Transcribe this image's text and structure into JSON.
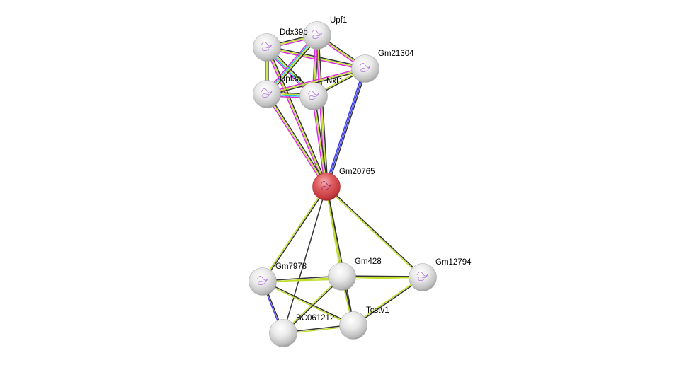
{
  "colors": {
    "black": "#333333",
    "yellow": "#c2dd2a",
    "magenta": "#d62ed6",
    "cyan": "#29bde0",
    "blue": "#3d3de8",
    "node": "#d9d9d9",
    "query_node": "#d8464a"
  },
  "nodes": [
    {
      "id": "Ddx39b",
      "label": "Ddx39b",
      "query": false,
      "icon": "protein-structure"
    },
    {
      "id": "Upf1",
      "label": "Upf1",
      "query": false,
      "icon": "protein-structure"
    },
    {
      "id": "Gm21304",
      "label": "Gm21304",
      "query": false,
      "icon": "protein-structure"
    },
    {
      "id": "Upf3a",
      "label": "Upf3a",
      "query": false,
      "icon": "protein-structure"
    },
    {
      "id": "Nxf1",
      "label": "Nxf1",
      "query": false,
      "icon": "protein-structure"
    },
    {
      "id": "Gm20765",
      "label": "Gm20765",
      "query": true,
      "icon": "protein-structure"
    },
    {
      "id": "Gm7978",
      "label": "Gm7978",
      "query": false,
      "icon": "protein-structure"
    },
    {
      "id": "Gm428",
      "label": "Gm428",
      "query": false,
      "icon": "none"
    },
    {
      "id": "Gm12794",
      "label": "Gm12794",
      "query": false,
      "icon": "protein-structure"
    },
    {
      "id": "BC061212",
      "label": "BC061212",
      "query": false,
      "icon": "none"
    },
    {
      "id": "Tcstv1",
      "label": "Tcstv1",
      "query": false,
      "icon": "none"
    }
  ],
  "edges": [
    {
      "a": "Ddx39b",
      "b": "Upf1",
      "types": [
        "black",
        "yellow",
        "magenta"
      ]
    },
    {
      "a": "Ddx39b",
      "b": "Gm21304",
      "types": [
        "black",
        "yellow",
        "magenta"
      ]
    },
    {
      "a": "Ddx39b",
      "b": "Upf3a",
      "types": [
        "black",
        "yellow",
        "magenta"
      ]
    },
    {
      "a": "Ddx39b",
      "b": "Nxf1",
      "types": [
        "black",
        "yellow",
        "cyan",
        "magenta"
      ]
    },
    {
      "a": "Ddx39b",
      "b": "Gm20765",
      "types": [
        "black",
        "yellow",
        "magenta"
      ]
    },
    {
      "a": "Upf1",
      "b": "Gm21304",
      "types": [
        "black",
        "yellow",
        "magenta"
      ]
    },
    {
      "a": "Upf1",
      "b": "Upf3a",
      "types": [
        "black",
        "yellow",
        "cyan",
        "magenta"
      ]
    },
    {
      "a": "Upf1",
      "b": "Nxf1",
      "types": [
        "black",
        "yellow",
        "magenta"
      ]
    },
    {
      "a": "Upf1",
      "b": "Gm20765",
      "types": [
        "black",
        "yellow",
        "magenta"
      ]
    },
    {
      "a": "Gm21304",
      "b": "Upf3a",
      "types": [
        "black",
        "yellow",
        "magenta"
      ]
    },
    {
      "a": "Gm21304",
      "b": "Nxf1",
      "types": [
        "black",
        "yellow"
      ]
    },
    {
      "a": "Gm21304",
      "b": "Gm20765",
      "types": [
        "black",
        "blue",
        "blue"
      ]
    },
    {
      "a": "Upf3a",
      "b": "Nxf1",
      "types": [
        "black",
        "yellow",
        "cyan",
        "magenta"
      ]
    },
    {
      "a": "Upf3a",
      "b": "Gm20765",
      "types": [
        "black",
        "yellow",
        "magenta"
      ]
    },
    {
      "a": "Nxf1",
      "b": "Gm20765",
      "types": [
        "black",
        "yellow",
        "magenta"
      ]
    },
    {
      "a": "Gm20765",
      "b": "Gm7978",
      "types": [
        "black",
        "yellow"
      ]
    },
    {
      "a": "Gm20765",
      "b": "Gm428",
      "types": [
        "black",
        "yellow"
      ]
    },
    {
      "a": "Gm20765",
      "b": "Gm12794",
      "types": [
        "black",
        "yellow"
      ]
    },
    {
      "a": "Gm20765",
      "b": "BC061212",
      "types": [
        "black"
      ]
    },
    {
      "a": "Gm20765",
      "b": "Tcstv1",
      "types": [
        "black",
        "yellow"
      ]
    },
    {
      "a": "Gm7978",
      "b": "Gm428",
      "types": [
        "black",
        "yellow"
      ]
    },
    {
      "a": "Gm7978",
      "b": "Tcstv1",
      "types": [
        "black",
        "yellow"
      ]
    },
    {
      "a": "Gm7978",
      "b": "BC061212",
      "types": [
        "black",
        "blue"
      ]
    },
    {
      "a": "Gm7978",
      "b": "Gm12794",
      "types": [
        "yellow"
      ]
    },
    {
      "a": "Gm428",
      "b": "Gm12794",
      "types": [
        "black",
        "yellow"
      ]
    },
    {
      "a": "Gm428",
      "b": "BC061212",
      "types": [
        "black",
        "yellow"
      ]
    },
    {
      "a": "Gm428",
      "b": "Tcstv1",
      "types": [
        "black",
        "yellow"
      ]
    },
    {
      "a": "Gm12794",
      "b": "Tcstv1",
      "types": [
        "black",
        "yellow"
      ]
    },
    {
      "a": "BC061212",
      "b": "Tcstv1",
      "types": [
        "black",
        "yellow"
      ]
    }
  ]
}
